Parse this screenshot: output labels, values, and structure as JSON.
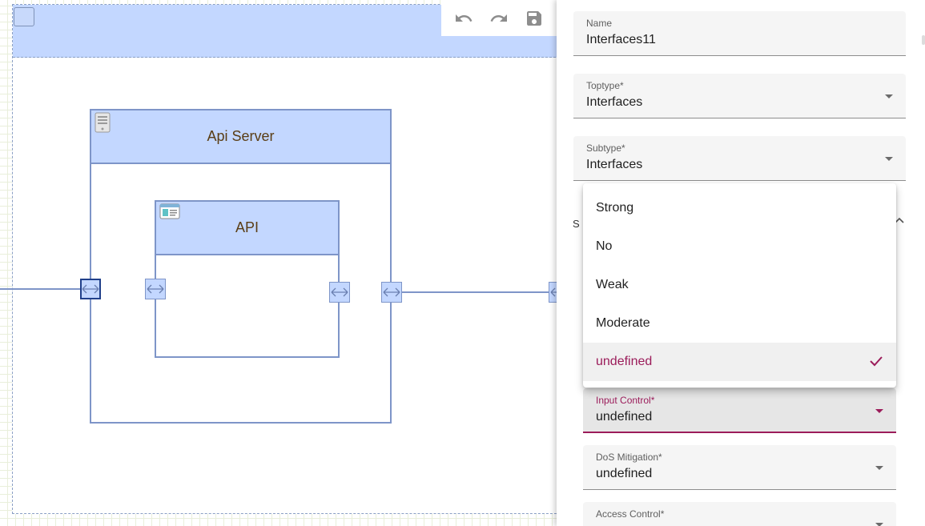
{
  "diagram": {
    "server": {
      "label": "Api Server",
      "icon": "server-icon"
    },
    "api": {
      "label": "API",
      "icon": "browser-window-icon"
    }
  },
  "toolbar": {
    "undo_icon": "undo-icon",
    "redo_icon": "redo-icon",
    "save_icon": "save-icon"
  },
  "panel": {
    "name": {
      "label": "Name",
      "value": "Interfaces11"
    },
    "toptype": {
      "label": "Toptype*",
      "value": "Interfaces"
    },
    "subtype": {
      "label": "Subtype*",
      "value": "Interfaces"
    },
    "section_stub": "S",
    "input_control": {
      "label": "Input Control*",
      "value": "undefined"
    },
    "dos_mitigation": {
      "label": "DoS Mitigation*",
      "value": "undefined"
    },
    "access_control": {
      "label": "Access Control*"
    }
  },
  "dropdown": {
    "options": [
      "Strong",
      "No",
      "Weak",
      "Moderate",
      "undefined"
    ],
    "selected": "undefined"
  },
  "colors": {
    "accent": "#9b1c5a",
    "node_fill": "#c3d7ff",
    "node_border": "#7e95c8"
  }
}
